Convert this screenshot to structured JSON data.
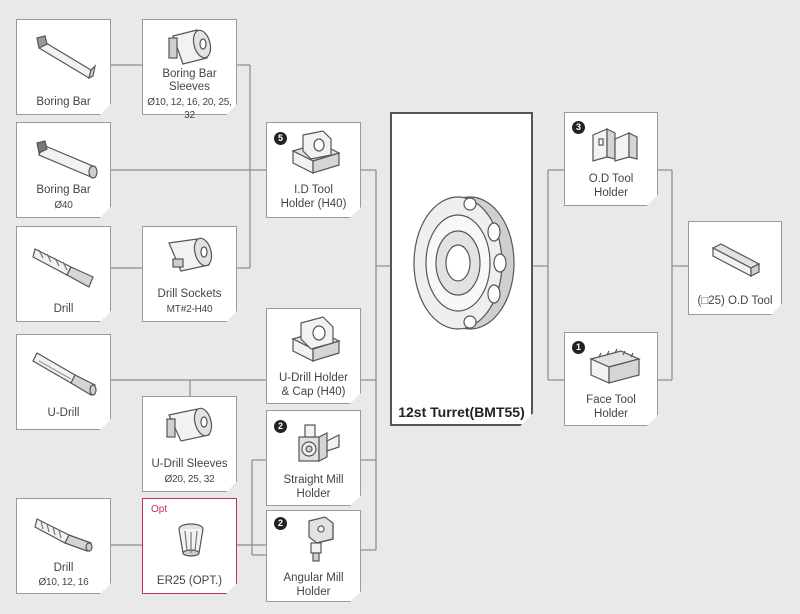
{
  "nodes": {
    "boring_bar": {
      "title": "Boring Bar"
    },
    "boring_bar_sleeves": {
      "title": "Boring Bar",
      "title2": "Sleeves",
      "sub": "Ø10, 12, 16, 20, 25, 32"
    },
    "boring_bar_40": {
      "title": "Boring Bar",
      "sub": "Ø40"
    },
    "id_tool_holder": {
      "badge": "5",
      "title": "I.D Tool",
      "title2": "Holder (H40)"
    },
    "drill": {
      "title": "Drill"
    },
    "drill_sockets": {
      "title": "Drill Sockets",
      "sub": "MT#2-H40"
    },
    "u_drill": {
      "title": "U-Drill"
    },
    "u_drill_holder": {
      "title": "U-Drill Holder",
      "title2": "& Cap (H40)"
    },
    "u_drill_sleeves": {
      "title": "U-Drill Sleeves",
      "sub": "Ø20, 25, 32"
    },
    "straight_mill": {
      "badge": "2",
      "title": "Straight Mill",
      "title2": "Holder"
    },
    "drill_small": {
      "title": "Drill",
      "sub": "Ø10, 12, 16"
    },
    "er25": {
      "tag": "Opt",
      "title": "ER25 (OPT.)"
    },
    "angular_mill": {
      "badge": "2",
      "title": "Angular Mill",
      "title2": "Holder"
    },
    "turret": {
      "title": "12st Turret(BMT55)"
    },
    "od_tool_holder": {
      "badge": "3",
      "title": "O.D Tool",
      "title2": "Holder"
    },
    "face_tool_holder": {
      "badge": "1",
      "title": "Face Tool",
      "title2": "Holder"
    },
    "od_tool": {
      "title": "(□25) O.D Tool"
    }
  },
  "colors": {
    "line": "#8a8a8a",
    "opt_accent": "#c4305a",
    "background": "#e9e9e9"
  }
}
